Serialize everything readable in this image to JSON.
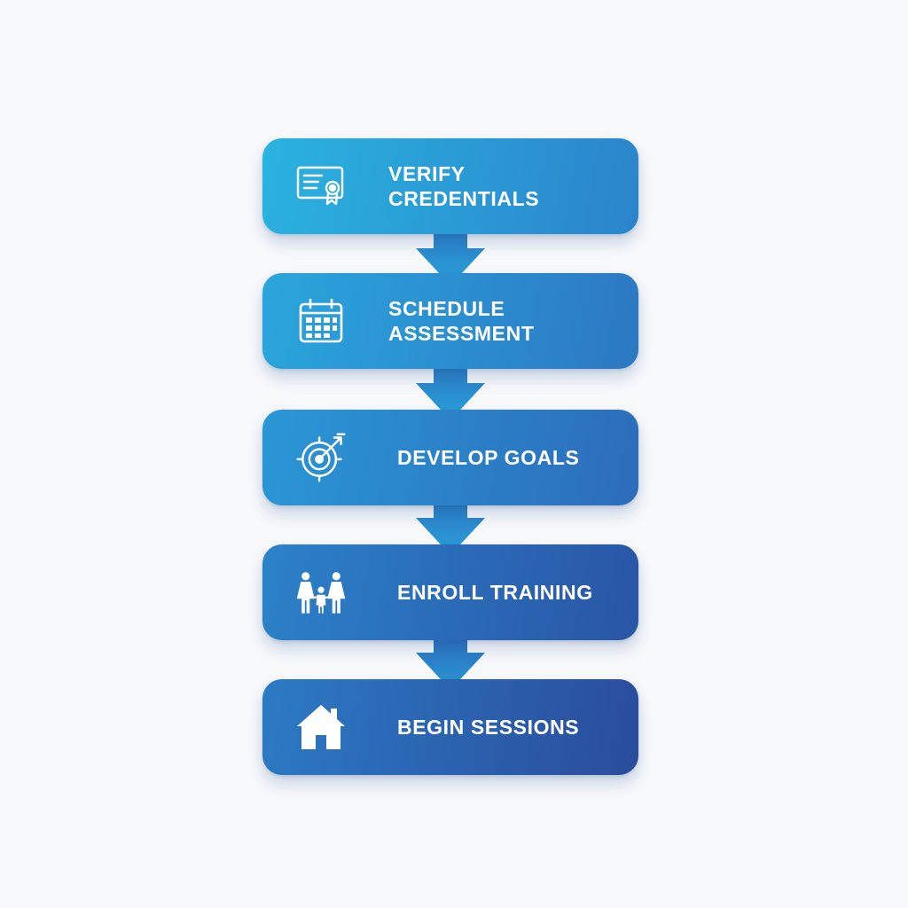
{
  "diagram": {
    "steps": [
      {
        "label": "VERIFY\nCREDENTIALS",
        "icon": "certificate-icon",
        "gradient": [
          "#2ab3e0",
          "#2b84cb"
        ]
      },
      {
        "label": "SCHEDULE\nASSESSMENT",
        "icon": "calendar-icon",
        "gradient": [
          "#2aa6dc",
          "#2c78c3"
        ]
      },
      {
        "label": "DEVELOP GOALS",
        "icon": "target-icon",
        "gradient": [
          "#2a97d6",
          "#2c6cbb"
        ]
      },
      {
        "label": "ENROLL TRAINING",
        "icon": "family-icon",
        "gradient": [
          "#2b82c9",
          "#2a55a6"
        ]
      },
      {
        "label": "BEGIN SESSIONS",
        "icon": "home-icon",
        "gradient": [
          "#2c7ac4",
          "#2a4c9c"
        ]
      }
    ],
    "connector_color": "#2a9fd8",
    "background": "#f8f9fb"
  }
}
